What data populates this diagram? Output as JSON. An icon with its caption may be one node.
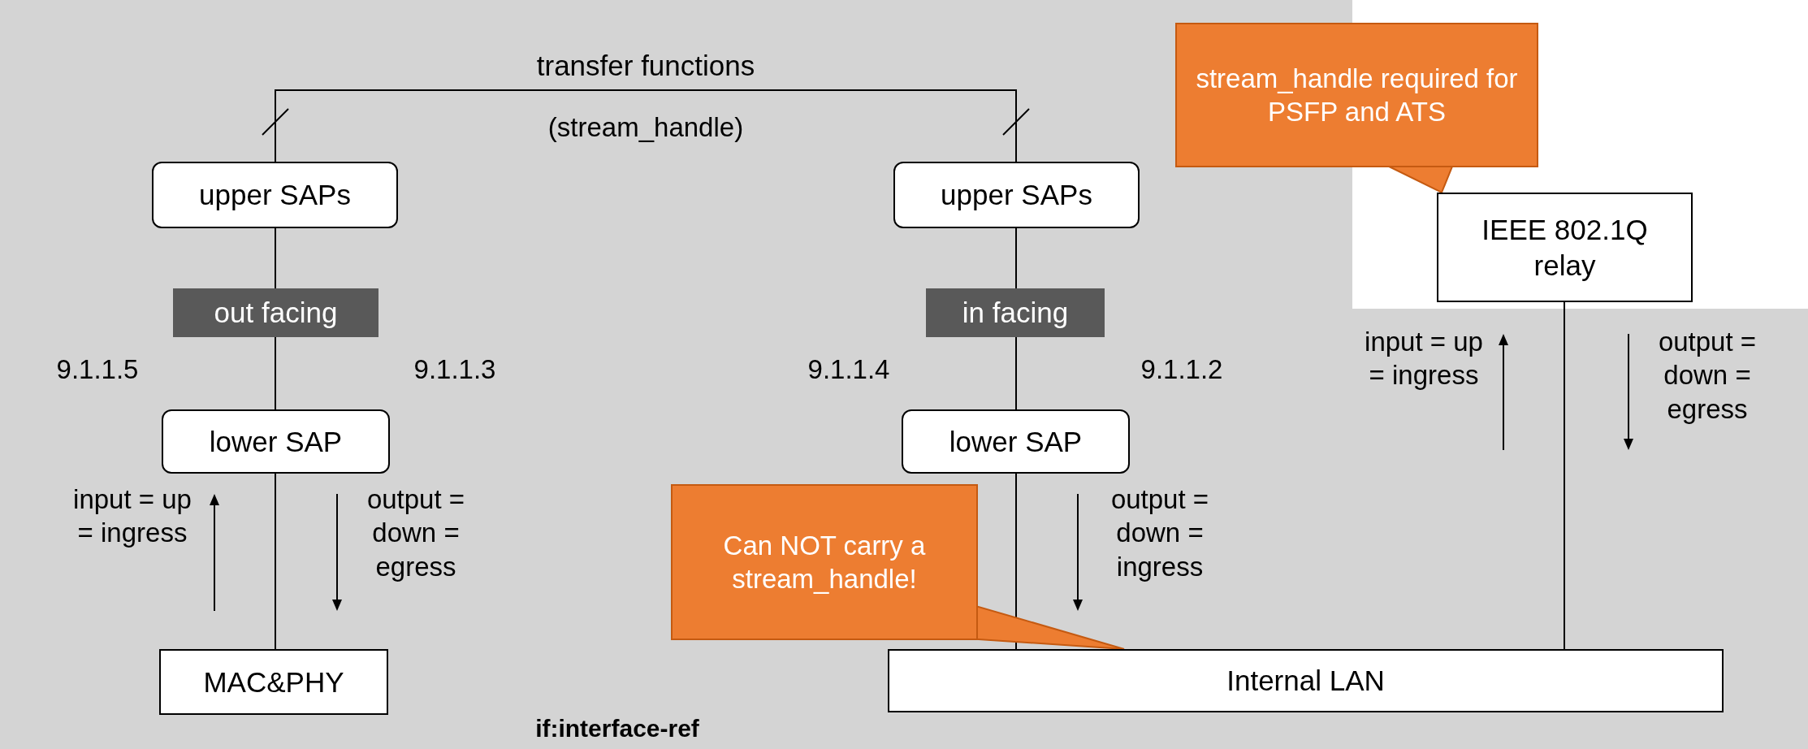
{
  "diagram": {
    "nodes": [
      {
        "text": [
          "upper SAPs"
        ]
      },
      {
        "text": [
          "out facing"
        ]
      },
      {
        "text": [
          "lower SAP"
        ]
      },
      {
        "text": [
          "MAC&PHY"
        ]
      },
      {
        "text": [
          "upper SAPs"
        ]
      },
      {
        "text": [
          "in facing"
        ]
      },
      {
        "text": [
          "lower SAP"
        ]
      },
      {
        "text": [
          "Internal LAN"
        ]
      },
      {
        "text": [
          "IEEE 802.1Q relay"
        ]
      },
      {
        "text": [
          "stream_handle required for PSFP and ATS"
        ]
      },
      {
        "text": [
          "Can NOT carry a stream_handle!"
        ]
      }
    ],
    "edges": [
      {
        "from": 0,
        "to": 4,
        "arrow": "none",
        "label": "transfer functions"
      },
      {
        "from": 0,
        "to": 1,
        "arrow": "none"
      },
      {
        "from": 1,
        "to": 2,
        "arrow": "none"
      },
      {
        "from": 2,
        "to": 3,
        "arrow": "none"
      },
      {
        "from": 4,
        "to": 5,
        "arrow": "none"
      },
      {
        "from": 5,
        "to": 6,
        "arrow": "none"
      },
      {
        "from": 6,
        "to": 7,
        "arrow": "none"
      },
      {
        "from": 8,
        "to": 7,
        "arrow": "none"
      },
      {
        "from": 9,
        "to": 8,
        "arrow": "none"
      },
      {
        "from": 10,
        "to": 7,
        "arrow": "none"
      }
    ],
    "labels": [
      "(stream_handle)",
      "input = up = ingress",
      "output = down = egress",
      "9.1.1.5",
      "9.1.1.3",
      "9.1.1.4",
      "9.1.1.2",
      "input = up = ingress",
      "output = down = egress",
      "output = down = ingress",
      "if:interface-ref"
    ]
  }
}
